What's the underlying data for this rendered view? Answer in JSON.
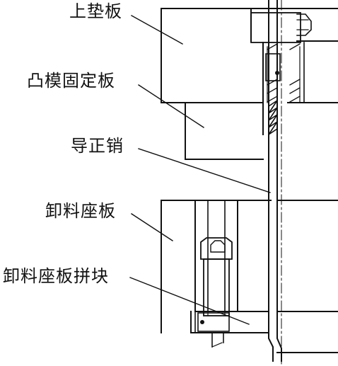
{
  "labels": {
    "upper_pad_plate": "上垫板",
    "punch_holder_plate": "凸模固定板",
    "guide_pin": "导正销",
    "stripper_seat_plate": "卸料座板",
    "stripper_seat_insert": "卸料座板拼块"
  },
  "colors": {
    "line": "#111111",
    "background": "#ffffff"
  }
}
